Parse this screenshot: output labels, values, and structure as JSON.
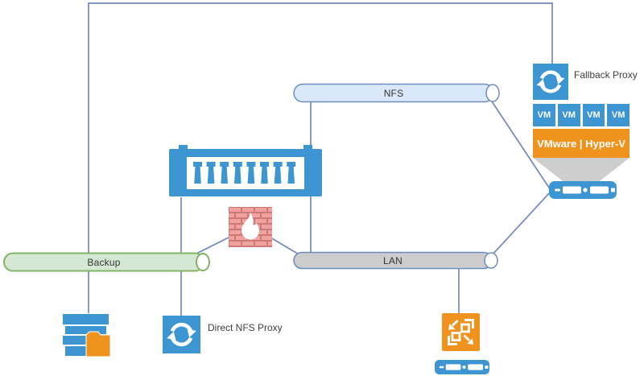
{
  "colors": {
    "veeam_blue": "#3d96d2",
    "veeam_orange": "#f0921e",
    "connector_line": "#7388bb",
    "nfs_pipe_fill": "#dae8fc",
    "nfs_lan_pipe_stroke": "#6c8ebf",
    "lan_pipe_fill": "#cccccc",
    "backup_pipe_fill": "#d5e8d4",
    "backup_pipe_stroke": "#82b366",
    "firewall_brick": "#efa2a0",
    "firewall_brick_line": "#c2625f",
    "funnel_gray": "#cecece"
  },
  "nodes": {
    "fallback_proxy": {
      "label": "Fallback Proxy",
      "icon": "sync-arrows-icon"
    },
    "direct_nfs_proxy": {
      "label": "Direct NFS Proxy",
      "icon": "sync-arrows-icon"
    },
    "vms": [
      "VM",
      "VM",
      "VM",
      "VM"
    ],
    "hypervisor_bar": {
      "label": "VMware | Hyper-V"
    },
    "hypervisor_host": {
      "icon": "server-chassis-icon"
    },
    "nfs_pipe": {
      "label": "NFS"
    },
    "lan_pipe": {
      "label": "LAN"
    },
    "backup_pipe": {
      "label": "Backup"
    },
    "storage_array": {
      "icon": "storage-array-icon"
    },
    "firewall": {
      "icon": "firewall-brick-flame-icon"
    },
    "backup_repository": {
      "icon": "disk-stack-folder-icon"
    },
    "backup_server": {
      "icon": "veeam-backup-server-icon"
    },
    "backup_server_host": {
      "icon": "server-chassis-icon"
    }
  }
}
